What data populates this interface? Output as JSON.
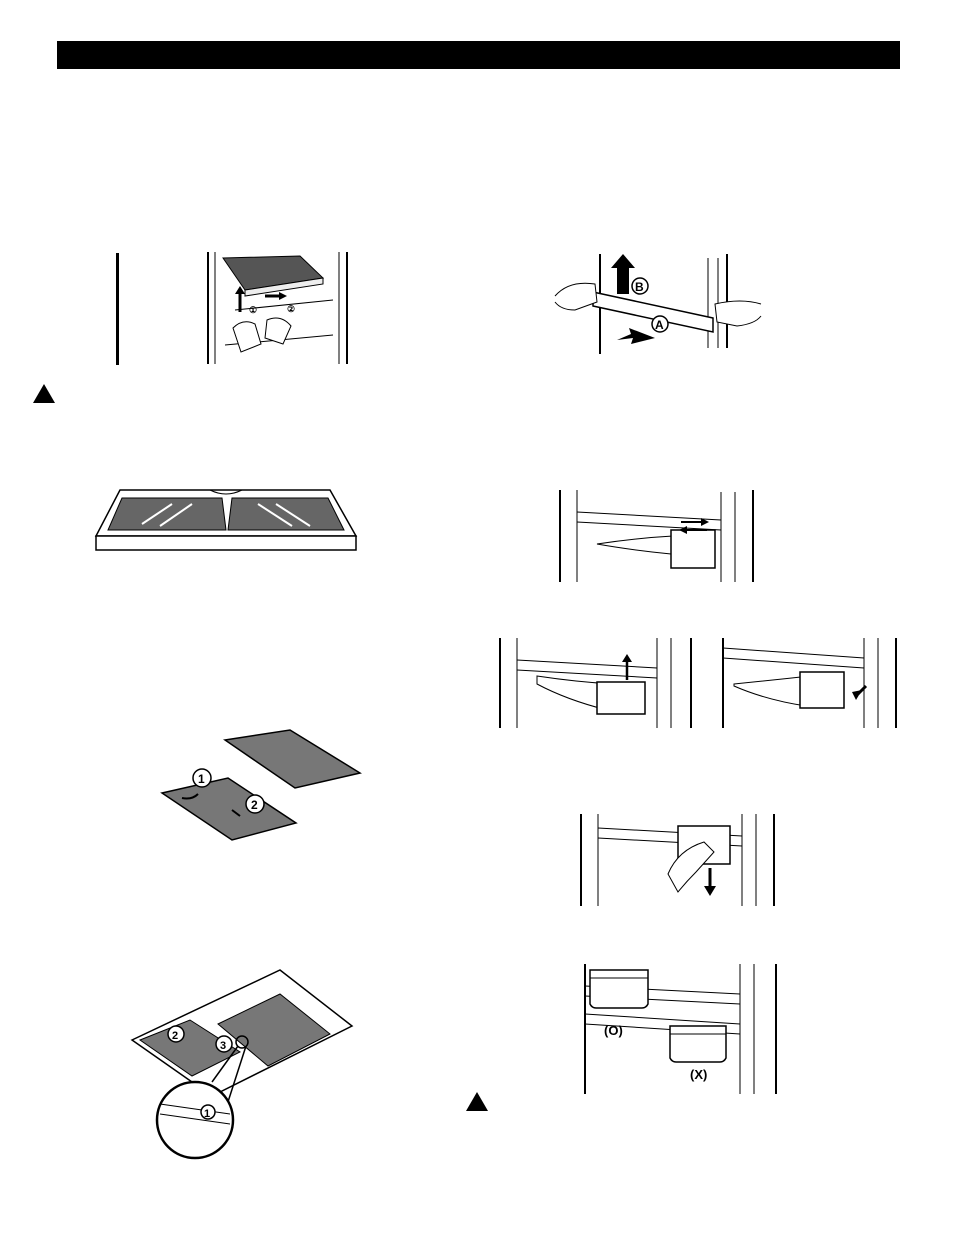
{
  "page": {
    "header_bar_color": "#000000",
    "warning_icon": "warning-triangle-icon"
  },
  "figures": {
    "shelf_removal": {
      "marks": [
        "①",
        "②"
      ]
    },
    "door_rail": {
      "marks": [
        "A",
        "B"
      ]
    },
    "filter_plates": {
      "marks": [
        "1",
        "2"
      ]
    },
    "crisper_cover": {
      "marks": [
        "2",
        "3",
        "1"
      ]
    },
    "bin_placement": {
      "correct": "(O)",
      "incorrect": "(X)"
    }
  }
}
